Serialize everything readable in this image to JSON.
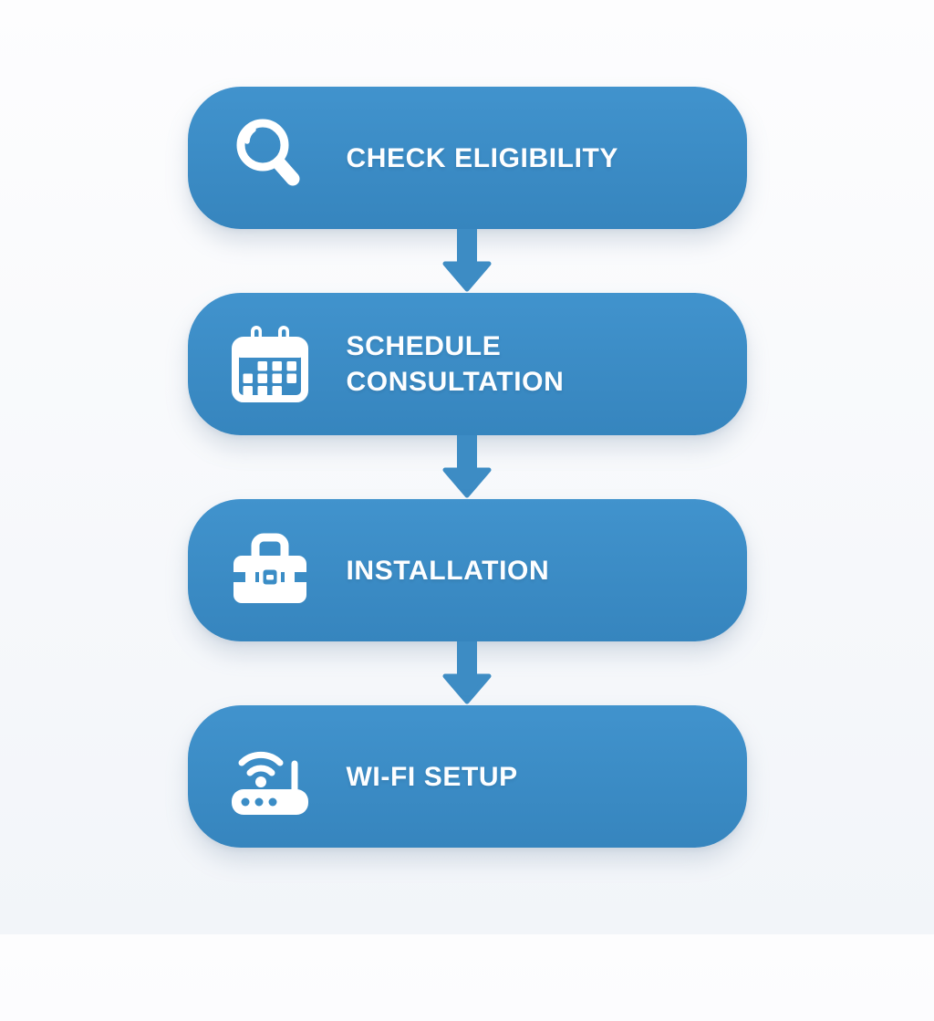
{
  "theme": {
    "step-blue": "#3b8dc6",
    "step-blue-top": "#4193cd",
    "step-blue-bottom": "#3685be",
    "arrow-blue": "#3d8cc4",
    "text-white": "#fdfeff",
    "bg-top": "#fdfdfe",
    "bg-bottom": "#f2f5f9"
  },
  "flow": {
    "steps": [
      {
        "label": "CHECK ELIGIBILITY",
        "icon": "magnifier-icon"
      },
      {
        "label": "SCHEDULE CONSULTATION",
        "icon": "calendar-icon"
      },
      {
        "label": "INSTALLATION",
        "icon": "toolbox-icon"
      },
      {
        "label": "WI-FI SETUP",
        "icon": "router-icon"
      }
    ],
    "connector_icon": "down-arrow-icon"
  }
}
